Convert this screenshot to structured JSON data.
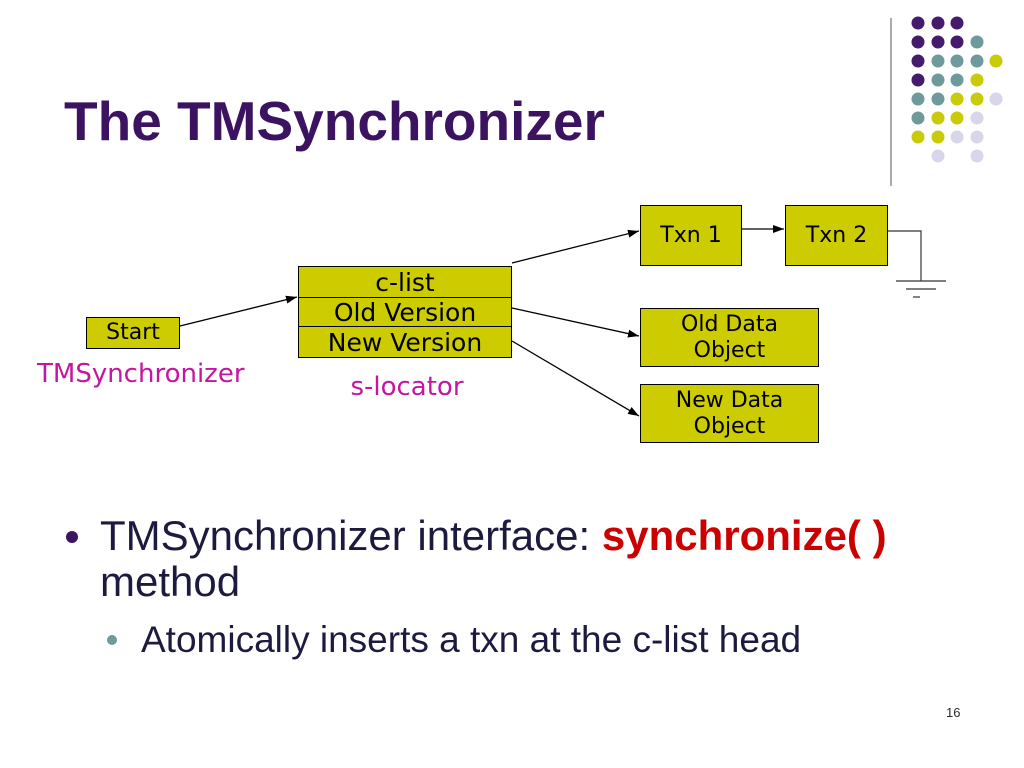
{
  "theme": {
    "title-color": "#3c1361",
    "body-text": "#1c1a3e",
    "emphasis-red": "#cc0000",
    "label-magenta": "#c4169f",
    "box-fill": "#cccc00",
    "bullet-main": "#3c1361",
    "bullet-sub": "#6e9a9b",
    "dot-purple": "#451b6e",
    "dot-teal": "#6e9a9b",
    "dot-yellow": "#c9ca08",
    "dot-lavender": "#d7d6ea"
  },
  "slide": {
    "title": "The TMSynchronizer",
    "page_number": "16"
  },
  "diagram": {
    "start_box": "Start",
    "start_caption": "TMSynchronizer",
    "s_locator": {
      "fields": [
        "c-list",
        "Old Version",
        "New Version"
      ],
      "caption": "s-locator"
    },
    "txn_list": [
      "Txn 1",
      "Txn 2"
    ],
    "old_data_object": [
      "Old Data",
      "Object"
    ],
    "new_data_object": [
      "New Data",
      "Object"
    ]
  },
  "bullets": [
    {
      "text": "TMSynchronizer interface:",
      "emphasis": "synchronize( )",
      "continuation": "method",
      "sub_bullets": [
        "Atomically inserts a txn at the c-list head"
      ]
    }
  ]
}
